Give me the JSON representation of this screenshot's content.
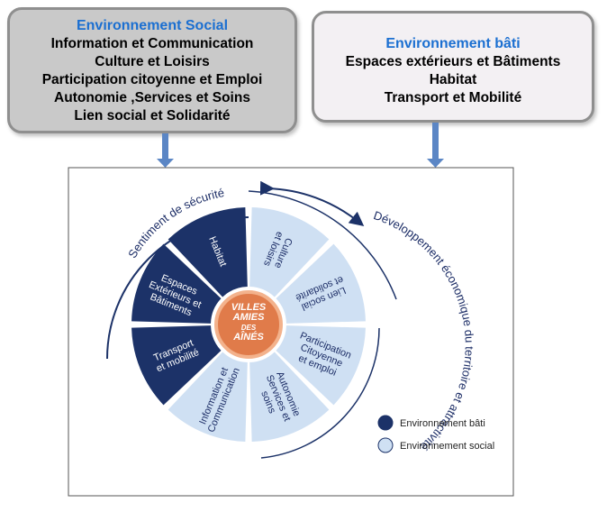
{
  "social_box": {
    "title": "Environnement Social",
    "lines": [
      "Information et Communication",
      "Culture et Loisirs",
      "Participation citoyenne et Emploi",
      "Autonomie ,Services et Soins",
      "Lien social et Solidarité"
    ]
  },
  "bati_box": {
    "title": "Environnement bâti",
    "lines": [
      "Espaces extérieurs et Bâtiments",
      "Habitat",
      "Transport et Mobilité"
    ]
  },
  "wheel": {
    "segments": [
      {
        "lines": [
          "Habitat"
        ],
        "group": "bati"
      },
      {
        "lines": [
          "Espaces",
          "Extérieurs et",
          "Bâtiments"
        ],
        "group": "bati"
      },
      {
        "lines": [
          "Transport",
          "et mobilité"
        ],
        "group": "bati"
      },
      {
        "lines": [
          "Information et",
          "Communication"
        ],
        "group": "social"
      },
      {
        "lines": [
          "Autonomie",
          "Services et",
          "soins"
        ],
        "group": "social"
      },
      {
        "lines": [
          "Participation",
          "Citoyenne",
          "et emploi"
        ],
        "group": "social"
      },
      {
        "lines": [
          "Lien social",
          "et solidarité"
        ],
        "group": "social"
      },
      {
        "lines": [
          "Culture",
          "et loisirs"
        ],
        "group": "social"
      }
    ],
    "logo_lines": [
      "VILLES",
      "AMIES",
      "DES",
      "AÎNÉS"
    ],
    "arc_top": "Sentiment de sécurité",
    "arc_bottom": "Développement économique du territoire et attractivité"
  },
  "legend": [
    {
      "label": "Environnement bâti",
      "color": "#1c3268"
    },
    {
      "label": "Environnement social",
      "color": "#cfe0f3"
    }
  ],
  "colors": {
    "dark": "#1c3268",
    "light": "#cfe0f3",
    "arrow": "#5b86c5",
    "logo": "#e07b4a",
    "title_blue": "#1b6fd1"
  }
}
